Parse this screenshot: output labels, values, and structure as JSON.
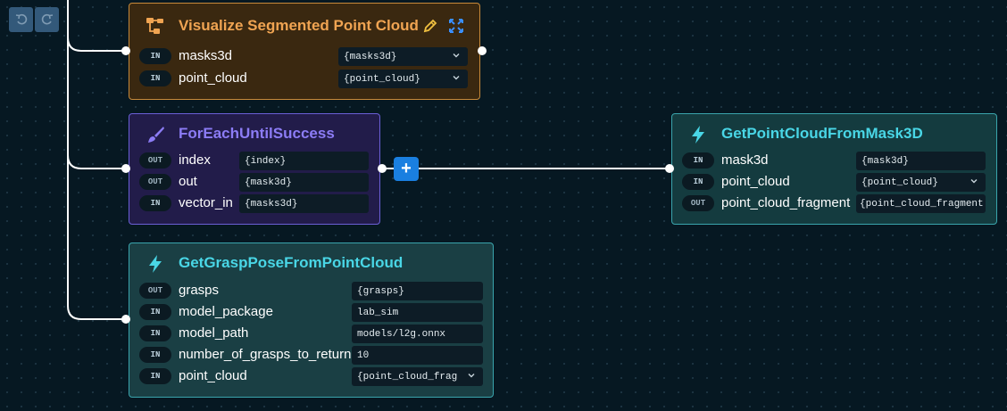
{
  "toolbar": {
    "undo_icon": "undo-icon",
    "redo_icon": "redo-icon"
  },
  "add_button": {
    "label": "+"
  },
  "nodes": {
    "visualize": {
      "title": "Visualize Segmented Point Cloud",
      "icon": "graph-nodes-icon",
      "accent": "#f0a452",
      "tools": [
        "pencil-icon",
        "expand-icon"
      ],
      "ports": [
        {
          "dir": "IN",
          "name": "masks3d",
          "value": "{masks3d}",
          "dropdown": true
        },
        {
          "dir": "IN",
          "name": "point_cloud",
          "value": "{point_cloud}",
          "dropdown": true
        }
      ]
    },
    "foreach": {
      "title": "ForEachUntilSuccess",
      "icon": "brush-icon",
      "accent": "#8c7cf5",
      "ports": [
        {
          "dir": "OUT",
          "name": "index",
          "value": "{index}"
        },
        {
          "dir": "OUT",
          "name": "out",
          "value": "{mask3d}"
        },
        {
          "dir": "IN",
          "name": "vector_in",
          "value": "{masks3d}"
        }
      ]
    },
    "getpc": {
      "title": "GetPointCloudFromMask3D",
      "icon": "lightning-icon",
      "accent": "#49d6e6",
      "ports": [
        {
          "dir": "IN",
          "name": "mask3d",
          "value": "{mask3d}"
        },
        {
          "dir": "IN",
          "name": "point_cloud",
          "value": "{point_cloud}",
          "dropdown": true
        },
        {
          "dir": "OUT",
          "name": "point_cloud_fragment",
          "value": "{point_cloud_fragment"
        }
      ]
    },
    "grasp": {
      "title": "GetGraspPoseFromPointCloud",
      "icon": "lightning-icon",
      "accent": "#49d6e6",
      "ports": [
        {
          "dir": "OUT",
          "name": "grasps",
          "value": "{grasps}"
        },
        {
          "dir": "IN",
          "name": "model_package",
          "value": "lab_sim"
        },
        {
          "dir": "IN",
          "name": "model_path",
          "value": "models/l2g.onnx"
        },
        {
          "dir": "IN",
          "name": "number_of_grasps_to_return",
          "value": "10"
        },
        {
          "dir": "IN",
          "name": "point_cloud",
          "value": "{point_cloud_frag",
          "dropdown": true
        }
      ]
    }
  }
}
